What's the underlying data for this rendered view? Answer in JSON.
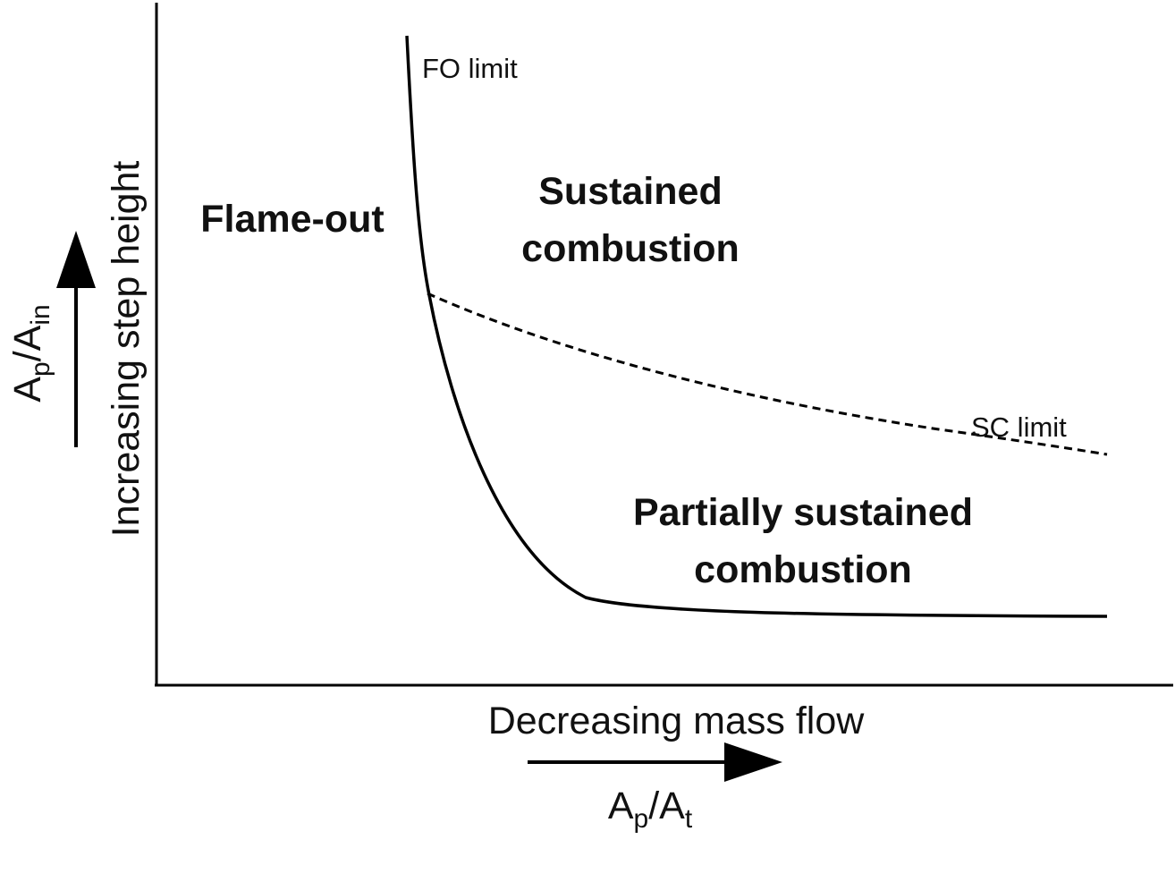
{
  "regions": {
    "flame_out": "Flame-out",
    "sustained_line1": "Sustained",
    "sustained_line2": "combustion",
    "partial_line1": "Partially sustained",
    "partial_line2": "combustion"
  },
  "limits": {
    "fo": "FO limit",
    "sc": "SC limit"
  },
  "x_axis": {
    "label": "Decreasing mass flow",
    "ratio_main": "A",
    "ratio_sub1": "p",
    "ratio_mid": "/A",
    "ratio_sub2": "t"
  },
  "y_axis": {
    "label": "Increasing step height",
    "ratio_main": "A",
    "ratio_sub1": "p",
    "ratio_mid": "/A",
    "ratio_sub2": "in"
  },
  "colors": {
    "ink": "#000000"
  }
}
